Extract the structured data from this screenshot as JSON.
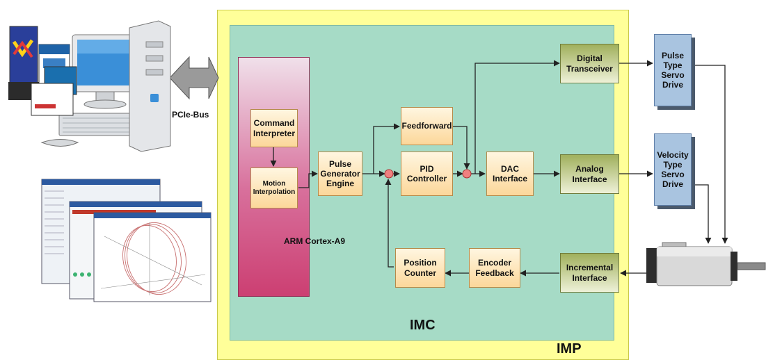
{
  "labels": {
    "pcie_bus": "PCIe-Bus",
    "imp": "IMP",
    "imc": "IMC",
    "arm": "ARM Cortex-A9"
  },
  "blocks": {
    "command_interpreter": "Command\nInterpreter",
    "motion_interpolation": "Motion\nInterpolation",
    "pulse_generator": "Pulse\nGenerator\nEngine",
    "feedforward": "Feedforward",
    "pid_controller": "PID\nController",
    "dac_interface": "DAC\nInterface",
    "digital_transceiver": "Digital\nTransceiver",
    "analog_interface": "Analog\nInterface",
    "incremental_interface": "Incremental\nInterface",
    "encoder_feedback": "Encoder\nFeedback",
    "position_counter": "Position\nCounter",
    "pulse_servo": "Pulse\nType\nServo\nDrive",
    "velocity_servo": "Velocity\nType\nServo\nDrive"
  },
  "colors": {
    "imp_bg": "#ffff99",
    "imc_bg": "#a6dbc6",
    "arm_accent": "#cc3f72",
    "block_orange": "#fcd79a",
    "block_green": "#a0b05c",
    "servo_blue": "#a9c4e0",
    "summing_junction": "#f08080"
  }
}
